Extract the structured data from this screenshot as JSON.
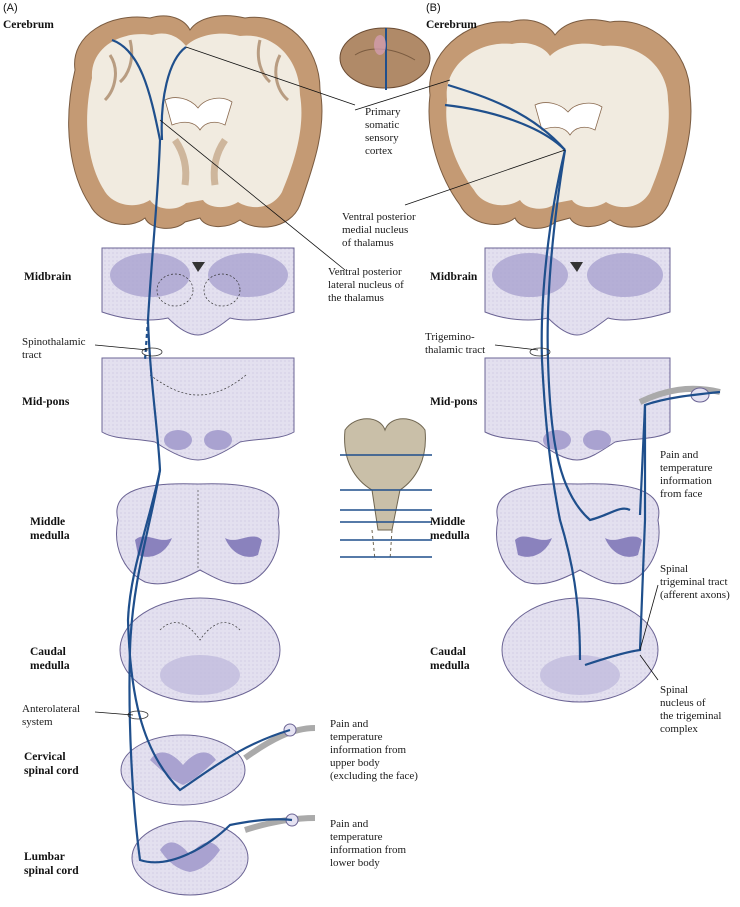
{
  "panels": {
    "a": "(A)",
    "b": "(B)"
  },
  "colors": {
    "tract": "#1f4f8c",
    "tract_light": "#4a78b4",
    "stain": "#b3aed4",
    "stain_dark": "#8f86c2",
    "brain_tissue": "#c9a886",
    "brain_white": "#f4efe6"
  },
  "levels_a": {
    "cerebrum": "Cerebrum",
    "midbrain": "Midbrain",
    "mid_pons": "Mid-pons",
    "middle_medulla": [
      "Middle",
      "medulla"
    ],
    "caudal_medulla": [
      "Caudal",
      "medulla"
    ],
    "cervical": [
      "Cervical",
      "spinal cord"
    ],
    "lumbar": [
      "Lumbar",
      "spinal cord"
    ]
  },
  "levels_b": {
    "cerebrum": "Cerebrum",
    "midbrain": "Midbrain",
    "mid_pons": "Mid-pons",
    "middle_medulla": [
      "Middle",
      "medulla"
    ],
    "caudal_medulla": [
      "Caudal",
      "medulla"
    ]
  },
  "labels": {
    "primary_cortex": [
      "Primary",
      "somatic",
      "sensory",
      "cortex"
    ],
    "vpm": [
      "Ventral posterior",
      "medial nucleus",
      "of thalamus"
    ],
    "vpl": [
      "Ventral posterior",
      "lateral nucleus of",
      "the thalamus"
    ],
    "spinothalamic": [
      "Spinothalamic",
      "tract"
    ],
    "trigeminothalamic": [
      "Trigemino-",
      "thalamic tract"
    ],
    "anterolateral": [
      "Anterolateral",
      "system"
    ],
    "face_info": [
      "Pain and",
      "temperature",
      "information",
      "from face"
    ],
    "spinal_trigeminal_tract": [
      "Spinal",
      "trigeminal tract",
      "(afferent axons)"
    ],
    "spinal_trigeminal_nucleus": [
      "Spinal",
      "nucleus of",
      "the trigeminal",
      "complex"
    ],
    "upper_body": [
      "Pain and",
      "temperature",
      "information from",
      "upper body",
      "(excluding the face)"
    ],
    "lower_body": [
      "Pain and",
      "temperature",
      "information from",
      "lower body"
    ]
  }
}
